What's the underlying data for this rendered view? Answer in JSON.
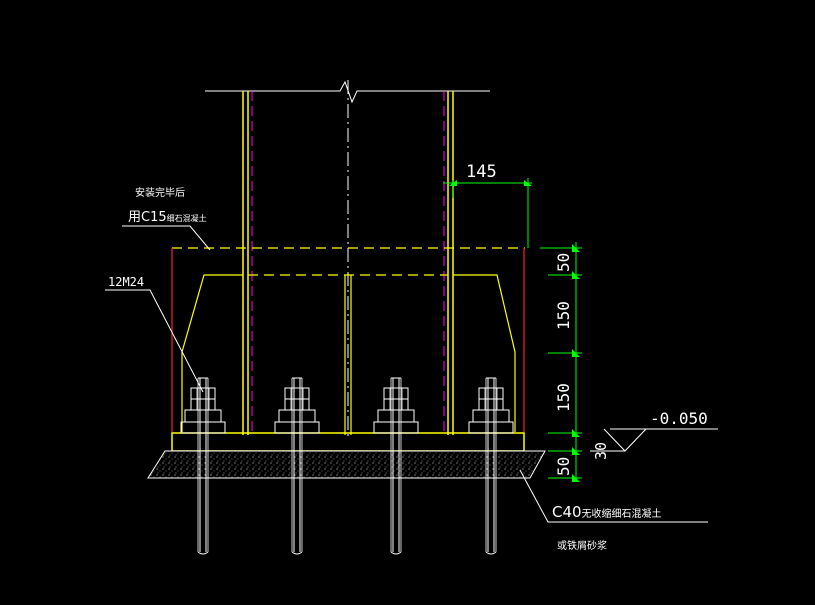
{
  "annotations": {
    "top_dimension": "145",
    "vertical_dimensions": [
      "50",
      "150",
      "150",
      "30",
      "50"
    ],
    "elevation": "-0.050",
    "bolt_spec": "12M24",
    "grout_note_line1": "安装完毕后",
    "grout_note_line2": "用C15",
    "grout_note_line2_small": "细石混凝土",
    "base_note_main": "C40",
    "base_note_main_suffix": "无收缩细石混凝土",
    "base_note_secondary": "或铁屑砂浆"
  },
  "colors": {
    "background": "#000000",
    "outline": "#ffffff",
    "steel": "#ffff00",
    "pedestal": "#ff2020",
    "hidden": "#ff00ff",
    "dimension": "#00ff00"
  }
}
